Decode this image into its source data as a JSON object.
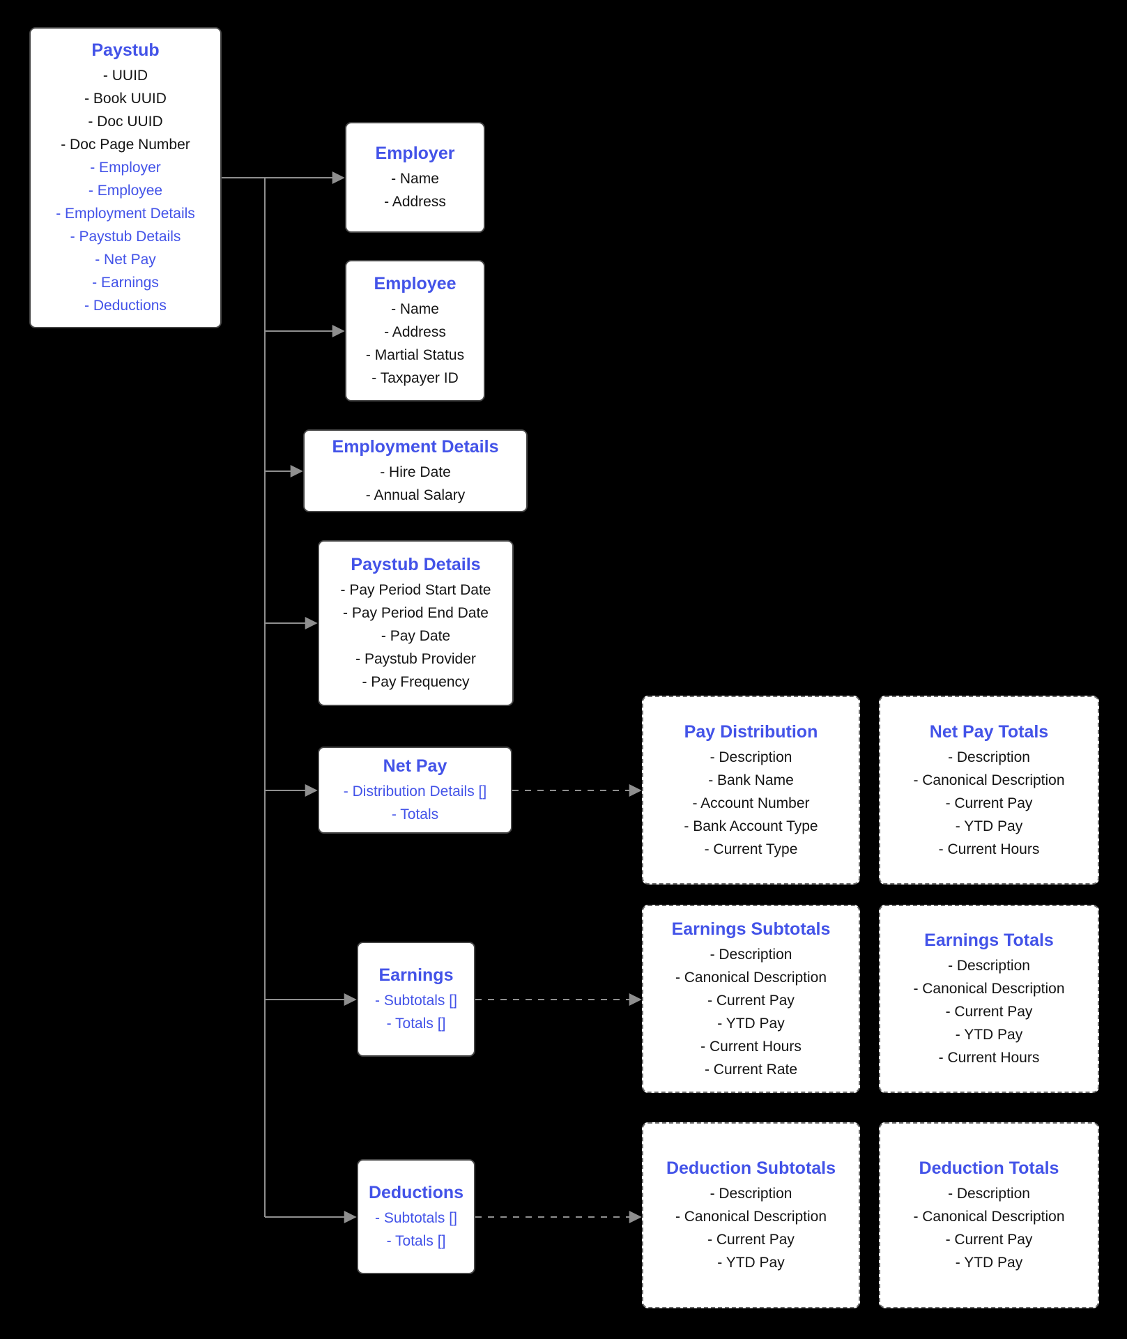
{
  "canvas": {
    "background": "#000000",
    "box_fill": "#ffffff",
    "border_color": "#454545",
    "border_dashed_color": "#6b6b6b",
    "accent": "#4353e8",
    "text_color": "#141414",
    "connector_color": "#8f8f8f"
  },
  "nodes": {
    "paystub": {
      "title": "Paystub",
      "fields": [
        {
          "text": "- UUID"
        },
        {
          "text": "- Book UUID"
        },
        {
          "text": "- Doc UUID"
        },
        {
          "text": "- Doc Page Number"
        },
        {
          "text": "- Employer",
          "link": true
        },
        {
          "text": "- Employee",
          "link": true
        },
        {
          "text": "- Employment Details",
          "link": true
        },
        {
          "text": "- Paystub Details",
          "link": true
        },
        {
          "text": "- Net Pay",
          "link": true
        },
        {
          "text": "- Earnings",
          "link": true
        },
        {
          "text": "- Deductions",
          "link": true
        }
      ]
    },
    "employer": {
      "title": "Employer",
      "fields": [
        {
          "text": "- Name"
        },
        {
          "text": "- Address"
        }
      ]
    },
    "employee": {
      "title": "Employee",
      "fields": [
        {
          "text": "- Name"
        },
        {
          "text": "- Address"
        },
        {
          "text": "- Martial Status"
        },
        {
          "text": "- Taxpayer ID"
        }
      ]
    },
    "employment_details": {
      "title": "Employment Details",
      "fields": [
        {
          "text": "- Hire Date"
        },
        {
          "text": "- Annual Salary"
        }
      ]
    },
    "paystub_details": {
      "title": "Paystub Details",
      "fields": [
        {
          "text": "- Pay Period Start Date"
        },
        {
          "text": "- Pay Period End Date"
        },
        {
          "text": "- Pay Date"
        },
        {
          "text": "- Paystub Provider"
        },
        {
          "text": "- Pay Frequency"
        }
      ]
    },
    "net_pay": {
      "title": "Net Pay",
      "fields": [
        {
          "text": "- Distribution Details []",
          "link": true
        },
        {
          "text": "- Totals",
          "link": true
        }
      ]
    },
    "earnings": {
      "title": "Earnings",
      "fields": [
        {
          "text": "- Subtotals []",
          "link": true
        },
        {
          "text": "- Totals []",
          "link": true
        }
      ]
    },
    "deductions": {
      "title": "Deductions",
      "fields": [
        {
          "text": "- Subtotals []",
          "link": true
        },
        {
          "text": "- Totals []",
          "link": true
        }
      ]
    },
    "pay_distribution": {
      "title": "Pay Distribution",
      "fields": [
        {
          "text": "- Description"
        },
        {
          "text": "- Bank Name"
        },
        {
          "text": "- Account Number"
        },
        {
          "text": "- Bank Account Type"
        },
        {
          "text": "- Current Type"
        }
      ]
    },
    "net_pay_totals": {
      "title": "Net Pay Totals",
      "fields": [
        {
          "text": "- Description"
        },
        {
          "text": "- Canonical Description"
        },
        {
          "text": "- Current Pay"
        },
        {
          "text": "- YTD Pay"
        },
        {
          "text": "- Current Hours"
        }
      ]
    },
    "earnings_subtotals": {
      "title": "Earnings Subtotals",
      "fields": [
        {
          "text": "- Description"
        },
        {
          "text": "- Canonical Description"
        },
        {
          "text": "- Current Pay"
        },
        {
          "text": "- YTD Pay"
        },
        {
          "text": "- Current Hours"
        },
        {
          "text": "- Current Rate"
        }
      ]
    },
    "earnings_totals": {
      "title": "Earnings Totals",
      "fields": [
        {
          "text": "- Description"
        },
        {
          "text": "- Canonical Description"
        },
        {
          "text": "- Current Pay"
        },
        {
          "text": "- YTD Pay"
        },
        {
          "text": "- Current Hours"
        }
      ]
    },
    "deduction_subtotals": {
      "title": "Deduction Subtotals",
      "fields": [
        {
          "text": "- Description"
        },
        {
          "text": "- Canonical Description"
        },
        {
          "text": "- Current Pay"
        },
        {
          "text": "- YTD Pay"
        }
      ]
    },
    "deduction_totals": {
      "title": "Deduction Totals",
      "fields": [
        {
          "text": "- Description"
        },
        {
          "text": "- Canonical Description"
        },
        {
          "text": "- Current Pay"
        },
        {
          "text": "- YTD Pay"
        }
      ]
    }
  }
}
